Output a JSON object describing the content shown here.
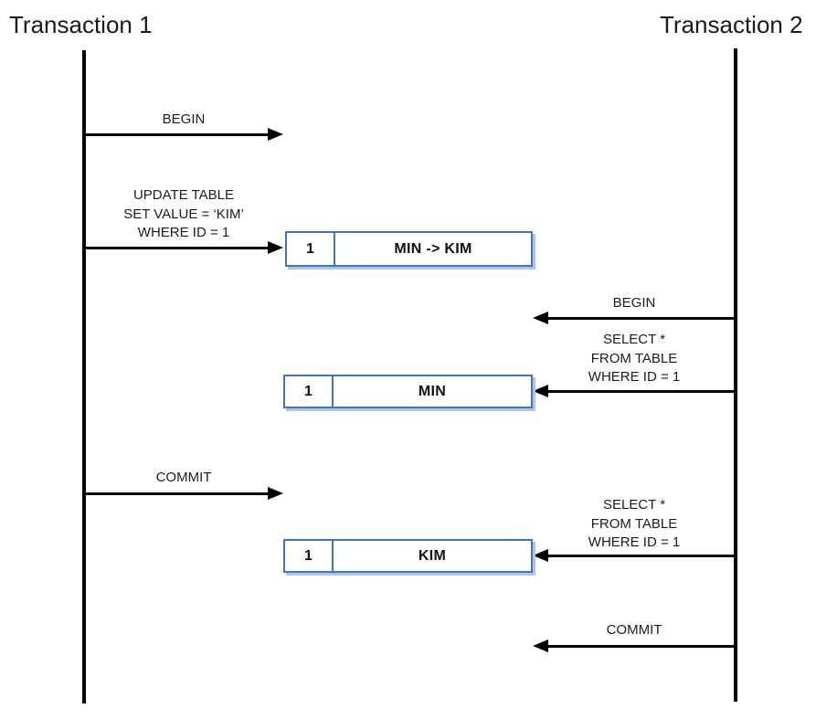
{
  "diagram": {
    "kind": "transaction-sequence-diagram",
    "left_lane": {
      "title": "Transaction 1"
    },
    "right_lane": {
      "title": "Transaction 2"
    },
    "t1_events": [
      {
        "name": "begin",
        "label": "BEGIN",
        "direction": "right"
      },
      {
        "name": "update",
        "label": "UPDATE TABLE\nSET VALUE = ‘KIM’\nWHERE ID = 1",
        "direction": "right"
      },
      {
        "name": "commit",
        "label": "COMMIT",
        "direction": "right"
      }
    ],
    "t2_events": [
      {
        "name": "begin",
        "label": "BEGIN",
        "direction": "left"
      },
      {
        "name": "select1",
        "label": "SELECT *\nFROM TABLE\nWHERE ID = 1",
        "direction": "left"
      },
      {
        "name": "select2",
        "label": "SELECT *\nFROM TABLE\nWHERE ID = 1",
        "direction": "left"
      },
      {
        "name": "commit",
        "label": "COMMIT",
        "direction": "left"
      }
    ],
    "table_states": [
      {
        "id": "1",
        "value": "MIN -> KIM"
      },
      {
        "id": "1",
        "value": "MIN"
      },
      {
        "id": "1",
        "value": "KIM"
      }
    ],
    "colors": {
      "line": "#000000",
      "box_border": "#4472C4",
      "box_shadow": "#aec4e8",
      "text": "#1a1a1a"
    }
  }
}
